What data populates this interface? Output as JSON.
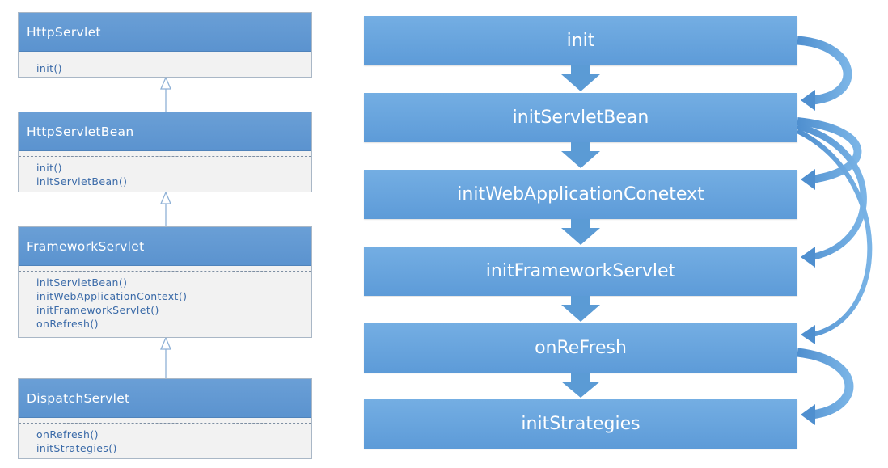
{
  "class_hierarchy": [
    {
      "name": "HttpServlet",
      "methods": [
        "init()"
      ]
    },
    {
      "name": "HttpServletBean",
      "methods": [
        "init()",
        "initServletBean()"
      ]
    },
    {
      "name": "FrameworkServlet",
      "methods": [
        "initServletBean()",
        "initWebApplicationContext()",
        "initFrameworkServlet()",
        "onRefresh()"
      ]
    },
    {
      "name": "DispatchServlet",
      "methods": [
        "onRefresh()",
        "initStrategies()"
      ]
    }
  ],
  "flow_steps": [
    "init",
    "initServletBean",
    "initWebApplicationConetext",
    "initFrameworkServlet",
    "onReFresh",
    "initStrategies"
  ],
  "colors": {
    "class_header": "#5b93cf",
    "class_body": "#f2f2f2",
    "method_text": "#3a6aa8",
    "flow_box": "#6aa6df",
    "flow_arrow": "#5b9bd5",
    "inheritance_line": "#8fb1d6"
  }
}
